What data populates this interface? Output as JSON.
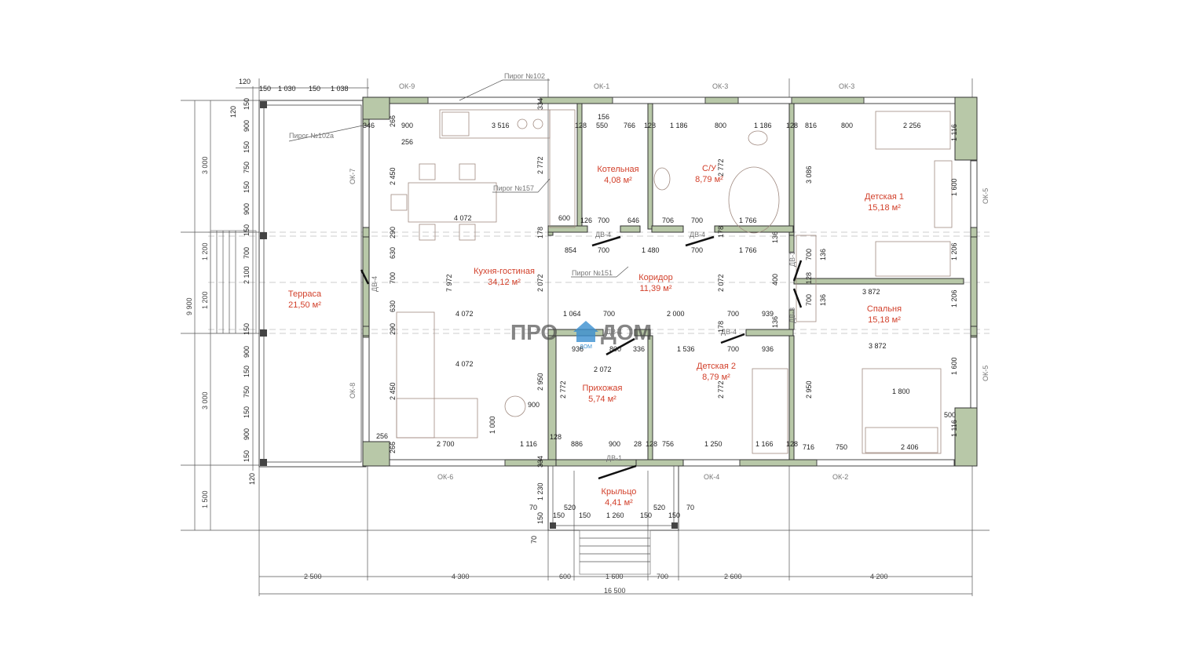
{
  "logo": {
    "left": "ПРО",
    "right": "ДОМ",
    "sub": "ДОМ"
  },
  "rooms": [
    {
      "name": "Терраса",
      "area": "21,50 м²"
    },
    {
      "name": "Кухня-гостиная",
      "area": "34,12 м²"
    },
    {
      "name": "Котельная",
      "area": "4,08 м²"
    },
    {
      "name": "С/У",
      "area": "8,79 м²"
    },
    {
      "name": "Детская 1",
      "area": "15,18 м²"
    },
    {
      "name": "Коридор",
      "area": "11,39 м²"
    },
    {
      "name": "Спальня",
      "area": "15,18 м²"
    },
    {
      "name": "Детская 2",
      "area": "8,79 м²"
    },
    {
      "name": "Прихожая",
      "area": "5,74 м²"
    },
    {
      "name": "Крыльцо",
      "area": "4,41 м²"
    }
  ],
  "marks": {
    "ok9": "ОК-9",
    "ok1": "ОК-1",
    "ok3a": "ОК-3",
    "ok3b": "ОК-3",
    "ok7": "ОК-7",
    "ok8": "ОК-8",
    "ok5a": "ОК-5",
    "ok5b": "ОК-5",
    "ok6": "ОК-6",
    "ok4": "ОК-4",
    "ok2": "ОК-2",
    "dv4a": "ДВ-4",
    "dv4b": "ДВ-4",
    "dv4c": "ДВ-4",
    "dv4d": "ДВ-4",
    "dv4e": "ДВ-4",
    "dv3a": "ДВ-3",
    "dv3b": "ДВ-3",
    "dv1": "ДВ-1"
  },
  "notes": {
    "p102": "Пирог №102",
    "p102a": "Пирог №102а",
    "p157": "Пирог №157",
    "p151": "Пирог №151"
  },
  "top_dims": [
    "120",
    "150",
    "1 030",
    "150",
    "1 038"
  ],
  "left_dims": [
    "120",
    "150",
    "900",
    "150",
    "750",
    "150",
    "900",
    "150",
    "290",
    "630",
    "700",
    "2 100",
    "700",
    "630",
    "290",
    "150",
    "900",
    "150",
    "750",
    "150",
    "900",
    "150",
    "120"
  ],
  "left_outer_dims": [
    "3 000",
    "1 200",
    "9 900",
    "1 200",
    "3 000",
    "1 500"
  ],
  "bottom_dims": [
    "2 500",
    "4 300",
    "600",
    "1 600",
    "700",
    "2 600",
    "4 200"
  ],
  "bottom_total": "16 500",
  "porch_dims": [
    "70",
    "150",
    "520",
    "150",
    "1 260",
    "150",
    "520",
    "150",
    "70",
    "1 230",
    "150",
    "70"
  ],
  "inner_dims": {
    "d346": "346",
    "d256a": "256",
    "d900a": "900",
    "d3516": "3 516",
    "d266a": "266",
    "d334a": "334",
    "d128a": "128",
    "d156": "156",
    "d550": "550",
    "d766": "766",
    "d128b": "128",
    "d1186a": "1 186",
    "d800a": "800",
    "d1186b": "1 186",
    "d128c": "128",
    "d816": "816",
    "d800b": "800",
    "d2256": "2 256",
    "d1116a": "1 116",
    "d2450a": "2 450",
    "d2772a": "2 772",
    "d4072a": "4 072",
    "d600": "600",
    "d126": "126",
    "d700a": "700",
    "d646": "646",
    "d706": "706",
    "d700b": "700",
    "d1766a": "1 766",
    "d2772b": "2 772",
    "d3086": "3 086",
    "d1600a": "1 600",
    "d178a": "178",
    "d854": "854",
    "d700c": "700",
    "d1480": "1 480",
    "d700d": "700",
    "d178b": "178",
    "d1766b": "1 766",
    "d136a": "136",
    "d700e": "700",
    "d136b": "136",
    "d1206a": "1 206",
    "d7972": "7 972",
    "d2072a": "2 072",
    "d2072b": "2 072",
    "d400": "400",
    "d128d": "128",
    "d3872a": "3 872",
    "d700f": "700",
    "d136c": "136",
    "d1206b": "1 206",
    "d4072b": "4 072",
    "d1064": "1 064",
    "d700g": "700",
    "d2000": "2 000",
    "d700h": "700",
    "d939": "939",
    "d136d": "136",
    "d936a": "936",
    "d800c": "800",
    "d336": "336",
    "d1536": "1 536",
    "d700i": "700",
    "d936b": "936",
    "d178c": "178",
    "d3872b": "3 872",
    "d4072c": "4 072",
    "d2072c": "2 072",
    "d2950a": "2 950",
    "d2772c": "2 772",
    "d2772d": "2 772",
    "d2950b": "2 950",
    "d1800": "1 800",
    "d1600b": "1 600",
    "d2450b": "2 450",
    "d900b": "900",
    "d1000": "1 000",
    "d500": "500",
    "d1116b": "1 116",
    "d256b": "256",
    "d266b": "266",
    "d2700": "2 700",
    "d1116c": "1 116",
    "d128e": "128",
    "d886": "886",
    "d900c": "900",
    "d28": "28",
    "d128f": "128",
    "d756": "756",
    "d1250": "1 250",
    "d1166": "1 166",
    "d128g": "128",
    "d716": "716",
    "d750": "750",
    "d2406": "2 406",
    "d334b": "334"
  }
}
